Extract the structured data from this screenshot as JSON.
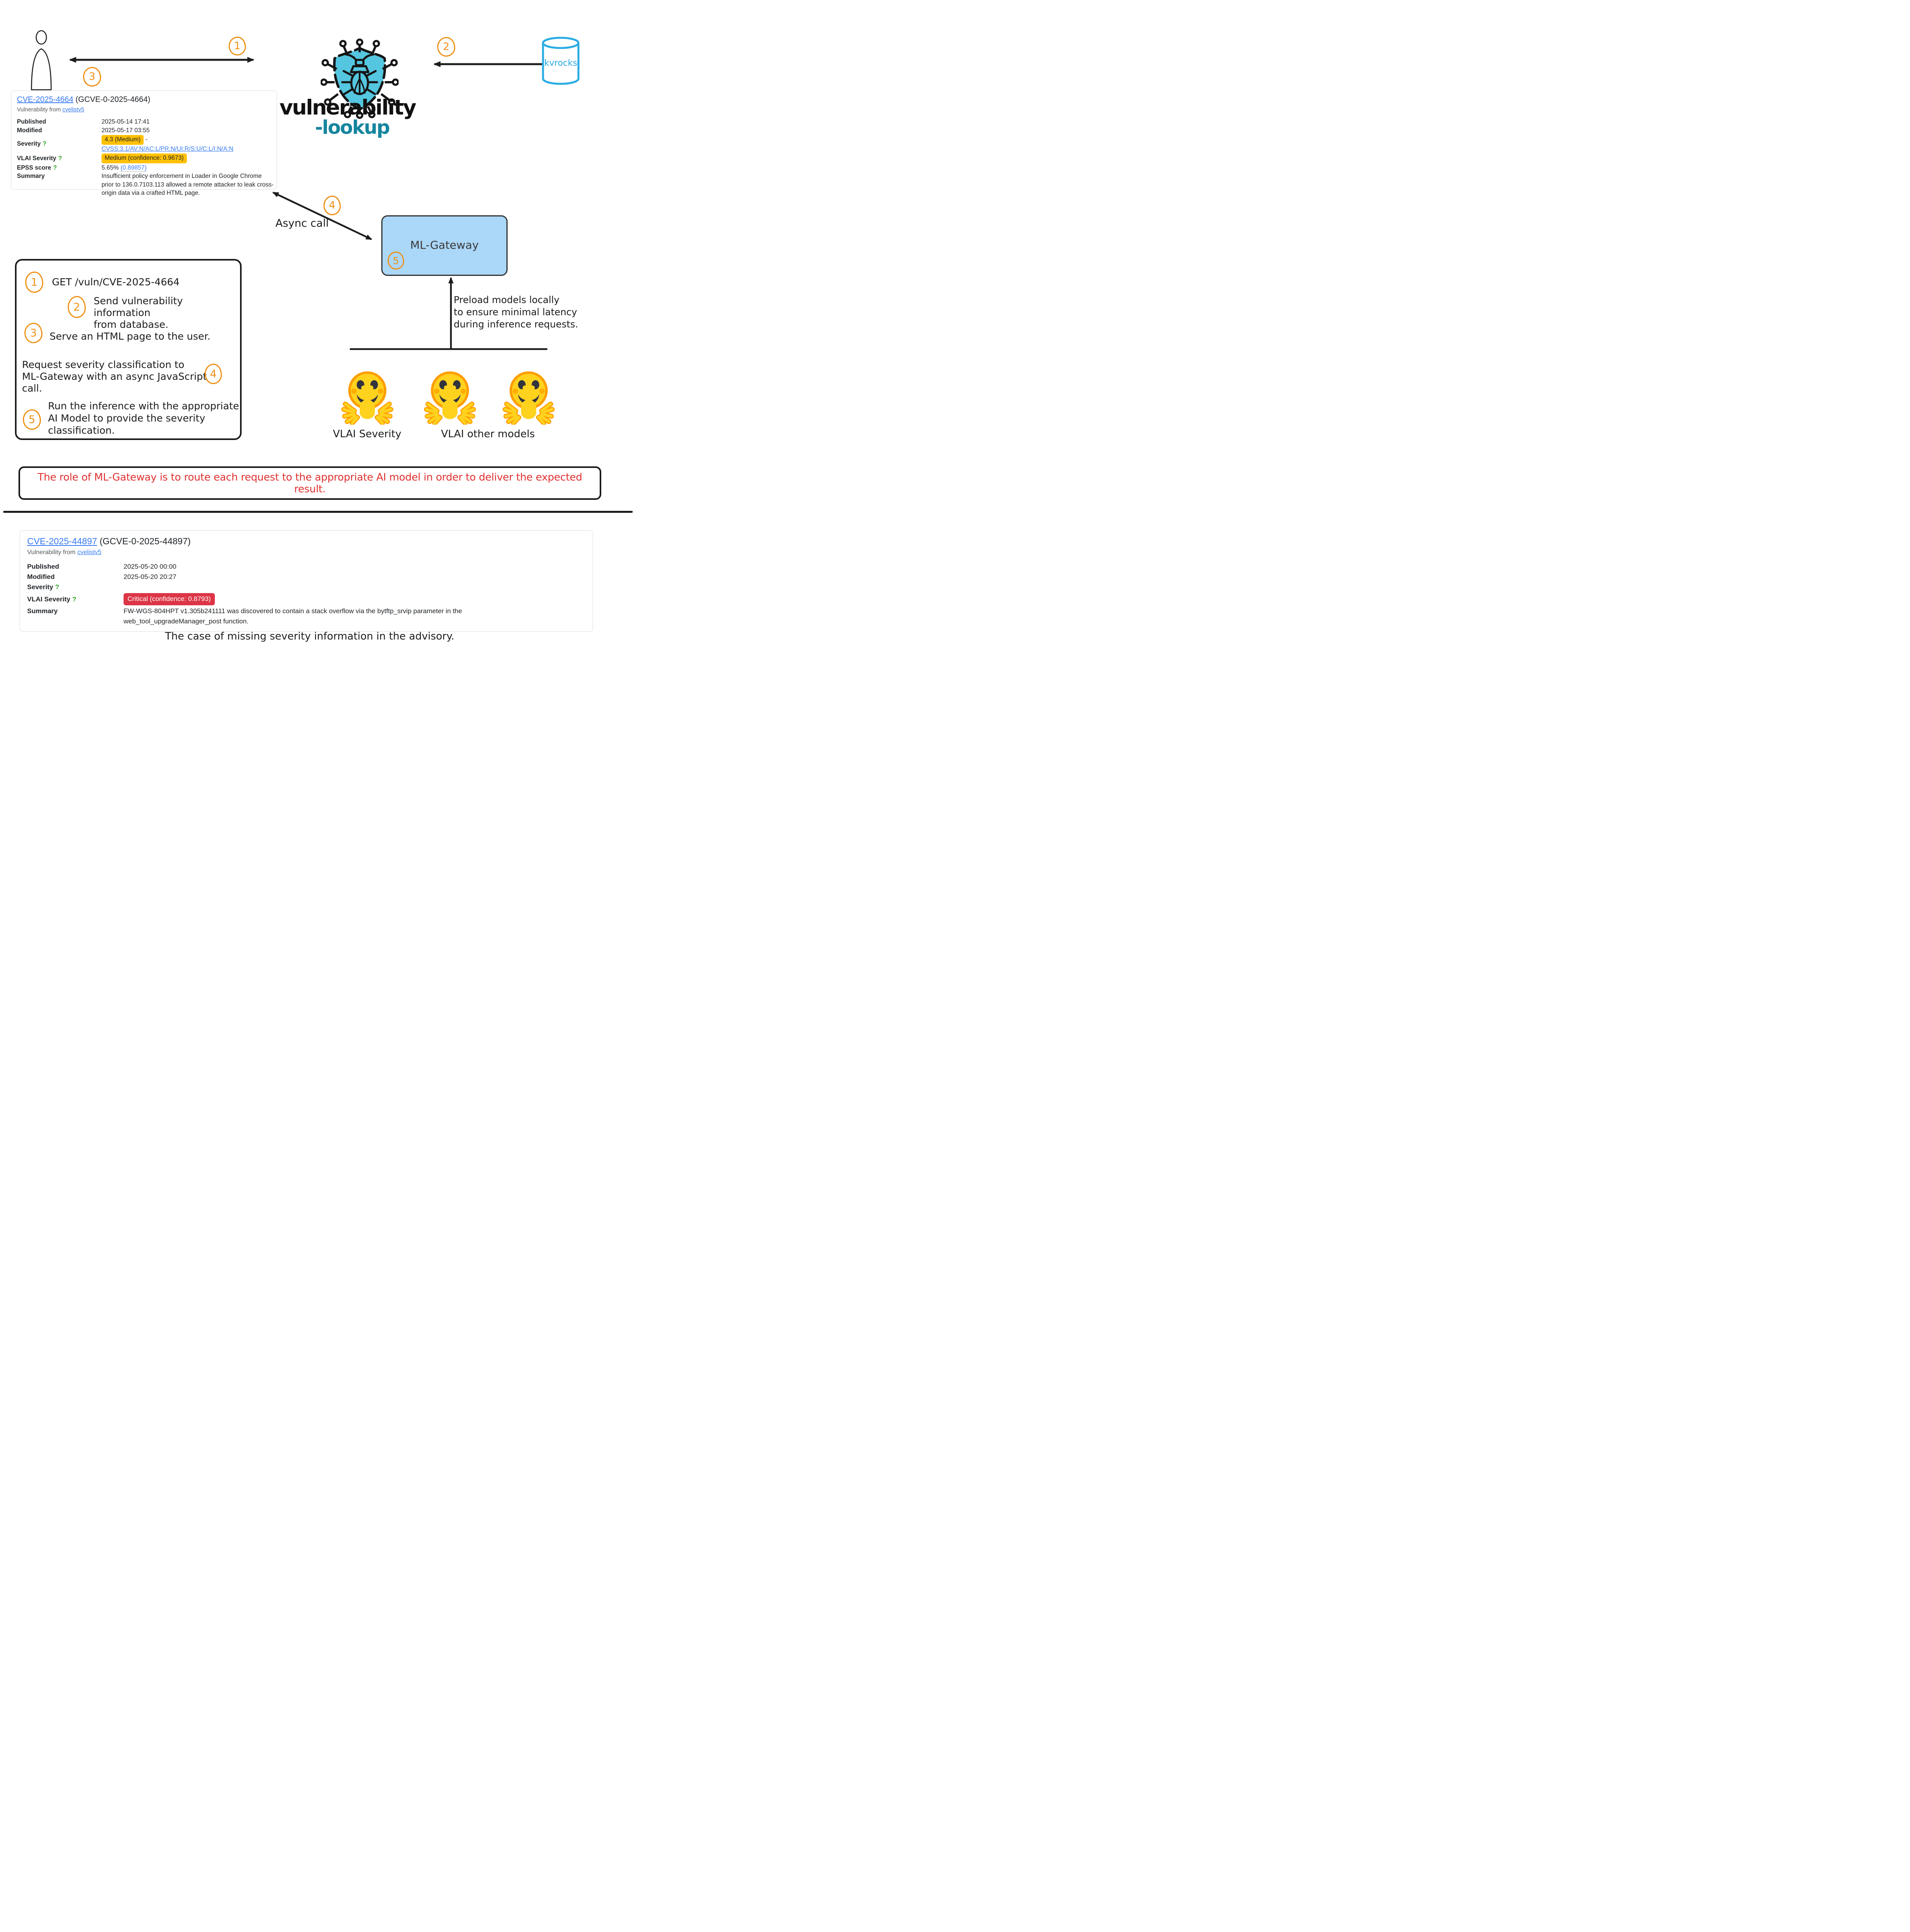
{
  "logo": {
    "word_black": "vulnerability",
    "word_teal": "-lookup",
    "kvrocks_label": "kvrocks"
  },
  "markers": {
    "m1": "1",
    "m2": "2",
    "m3": "3",
    "m4": "4",
    "m5": "5"
  },
  "ml_gateway": {
    "label": "ML-Gateway",
    "async_label": "Async call",
    "preload_note": "Preload models locally\nto ensure minimal latency\nduring inference requests.",
    "vlai_severity_label": "VLAI Severity",
    "vlai_other_label": "VLAI other models"
  },
  "steps": {
    "s1": "GET /vuln/CVE-2025-4664",
    "s2": "Send vulnerability information\nfrom database.",
    "s3": "Serve an HTML page to the user.",
    "s4": "Request severity classification to\nML-Gateway with an async JavaScript\ncall.",
    "s5": "Run the inference with the appropriate\nAI Model to provide the severity\nclassification."
  },
  "note": "The role of ML-Gateway is to route each request to the appropriate AI model in order to deliver the expected result.",
  "caption": "The case of missing severity information in the advisory.",
  "card1": {
    "id_link": "CVE-2025-4664",
    "id_suffix": "(GCVE-0-2025-4664)",
    "source_prefix": "Vulnerability from",
    "source_link": "cvelistv5",
    "published_label": "Published",
    "published": "2025-05-14 17:41",
    "modified_label": "Modified",
    "modified": "2025-05-17 03:55",
    "severity_label": "Severity",
    "severity_badge": "4.3 (Medium)",
    "severity_sep": "-",
    "cvss_link": "CVSS:3.1/AV:N/AC:L/PR:N/UI:R/S:U/C:L/I:N/A:N",
    "vlai_label": "VLAI Severity",
    "vlai_badge": "Medium (confidence: 0.9673)",
    "epss_label": "EPSS score",
    "epss_value": "5.65%",
    "epss_link": "(0.89857)",
    "summary_label": "Summary",
    "summary": "Insufficient policy enforcement in Loader in Google Chrome prior to 136.0.7103.113 allowed a remote attacker to leak cross-origin data via a crafted HTML page.",
    "help": "?"
  },
  "card2": {
    "id_link": "CVE-2025-44897",
    "id_suffix": "(GCVE-0-2025-44897)",
    "source_prefix": "Vulnerability from",
    "source_link": "cvelistv5",
    "published_label": "Published",
    "published": "2025-05-20 00:00",
    "modified_label": "Modified",
    "modified": "2025-05-20 20:27",
    "severity_label": "Severity",
    "vlai_label": "VLAI Severity",
    "vlai_badge": "Critical (confidence: 0.8793)",
    "summary_label": "Summary",
    "summary": "FW-WGS-804HPT v1.305b241111 was discovered to contain a stack overflow via the bytftp_srvip parameter in the web_tool_upgradeManager_post function.",
    "help": "?"
  },
  "colors": {
    "accent_orange": "#EE9118",
    "shield_teal": "#54C6DF",
    "brand_teal": "#15859E",
    "kvrocks_blue": "#29ABE2",
    "mlbox_blue": "#ABD7F8",
    "badge_yellow": "#FFC107",
    "badge_red": "#DC3545",
    "note_red": "#E03131",
    "link_blue": "#377AF0",
    "help_green": "#2FA023"
  }
}
